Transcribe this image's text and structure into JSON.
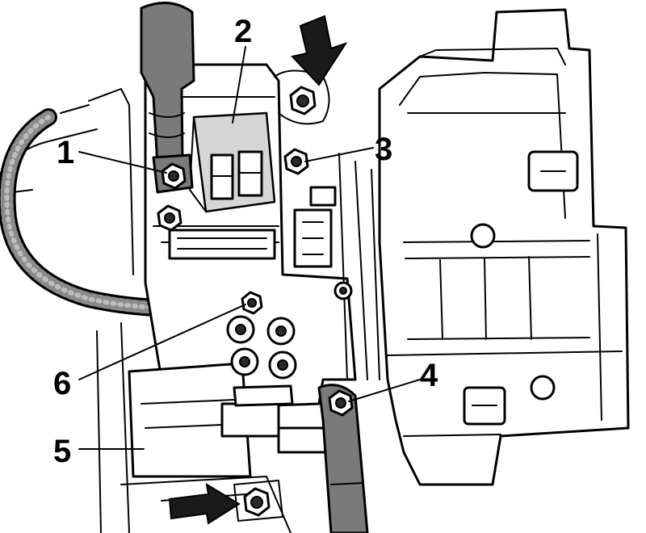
{
  "callouts": [
    {
      "id": "1",
      "label": "1"
    },
    {
      "id": "2",
      "label": "2"
    },
    {
      "id": "3",
      "label": "3"
    },
    {
      "id": "4",
      "label": "4"
    },
    {
      "id": "5",
      "label": "5"
    },
    {
      "id": "6",
      "label": "6"
    }
  ],
  "colors": {
    "line": "#000000",
    "background": "#ffffff",
    "cable_fill": "#7a7a7a",
    "arrow_fill": "#1a1a1a"
  }
}
